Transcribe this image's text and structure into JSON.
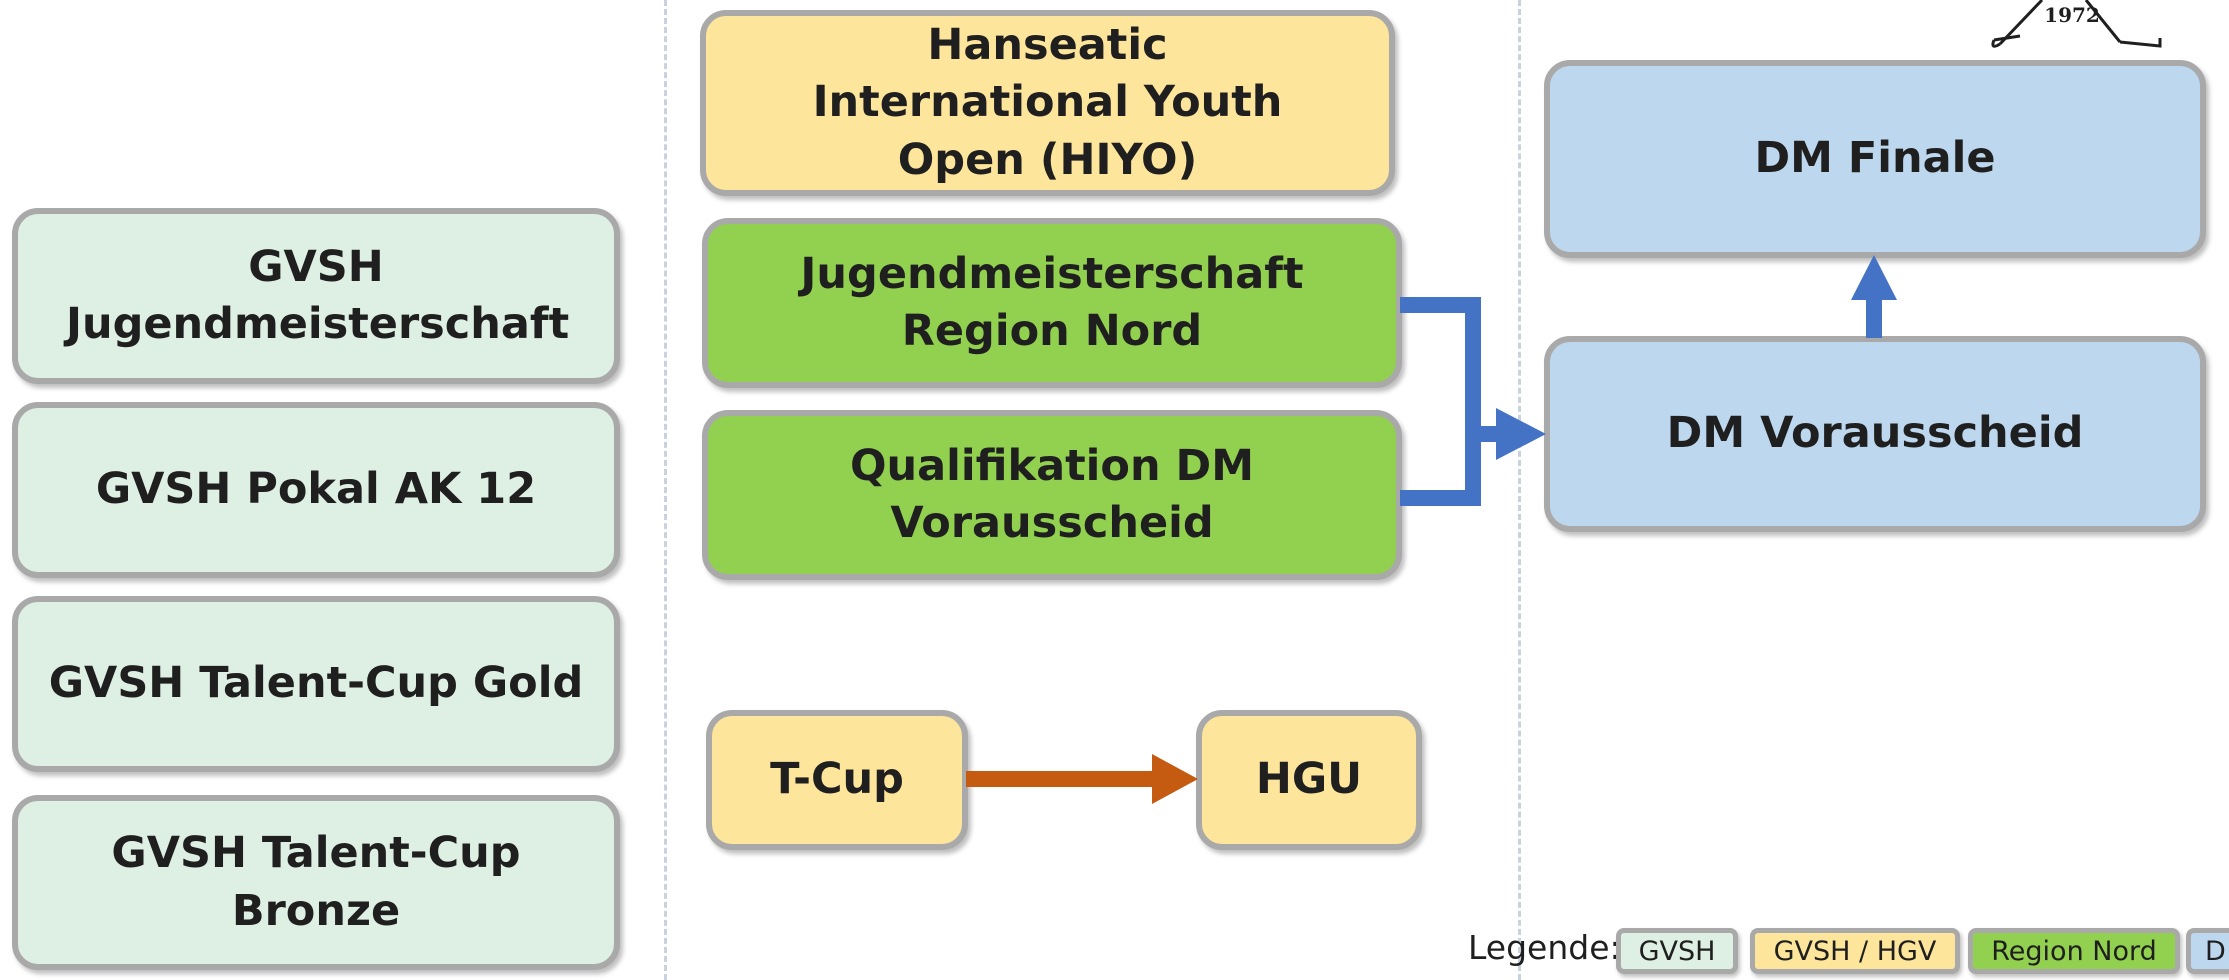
{
  "columns": {
    "gvsh": [
      {
        "label": "GVSH Jugendmeisterschaft"
      },
      {
        "label": "GVSH Pokal AK 12"
      },
      {
        "label": "GVSH Talent-Cup Gold"
      },
      {
        "label": "GVSH Talent-Cup Bronze"
      }
    ],
    "regional": {
      "hiyo": "Hanseatic International Youth Open (HIYO)",
      "jugend_nord": "Jugendmeisterschaft Region Nord",
      "quali_dm": "Qualifikation DM Vorausscheid",
      "tcup": "T-Cup",
      "hgu": "HGU"
    },
    "dm": {
      "finale": "DM Finale",
      "vorausscheid": "DM Vorausscheid"
    }
  },
  "logo_text": "1972",
  "legend": {
    "label": "Legende:",
    "items": [
      {
        "label": "GVSH",
        "color": "#deefe3"
      },
      {
        "label": "GVSH / HGV",
        "color": "#fde59b"
      },
      {
        "label": "Region Nord",
        "color": "#92d050"
      },
      {
        "label": "D",
        "color": "#bdd7ee"
      }
    ]
  },
  "colors": {
    "arrow_blue": "#4472c4",
    "arrow_orange": "#c55a11"
  }
}
